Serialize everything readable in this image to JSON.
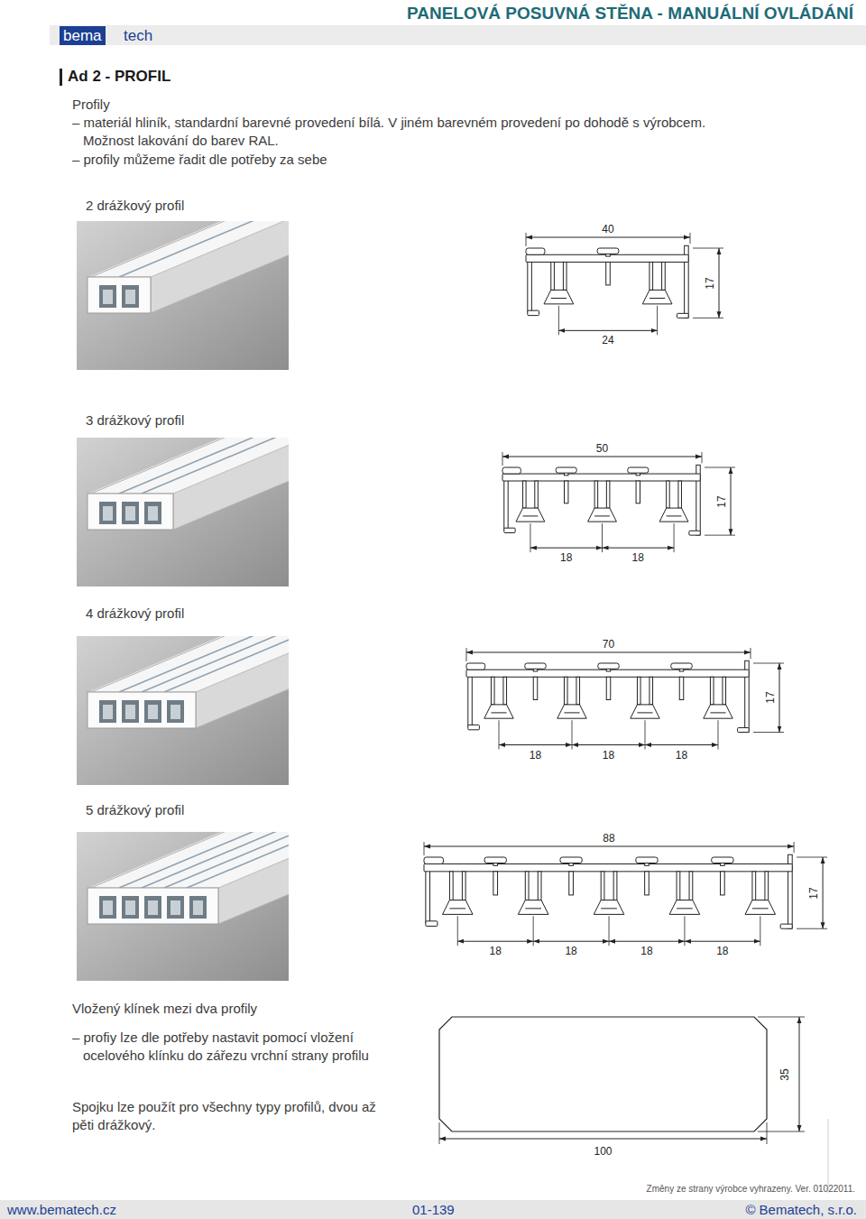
{
  "diagram": {
    "title": "PANELOVÁ POSUVNÁ STĚNA - MANUÁLNÍ OVLÁDÁNÍ",
    "labels": [
      "bema",
      "tech",
      "Ad 2 - PROFIL",
      "Profily",
      "– materiál hliník, standardní barevné provedení bílá. V jiném barevném provedení po dohodě s výrobcem. Možnost lakování do barev RAL.",
      "– profily můžeme řadit dle potřeby za sebe",
      "2 drážkový profil",
      "40",
      "17",
      "24",
      "3 drážkový profil",
      "50",
      "17",
      "18",
      "18",
      "4 drážkový profil",
      "70",
      "17",
      "18",
      "18",
      "18",
      "5 drážkový profil",
      "88",
      "17",
      "18",
      "18",
      "18",
      "18",
      "Vložený klínek mezi dva profily",
      "– profiy lze dle potřeby nastavit pomocí vložení ocelového klínku do zářezu vrchní strany profilu",
      "Spojku lze použít pro všechny typy profilů, dvou až pěti drážkový.",
      "35",
      "100",
      "Změny ze strany výrobce vyhrazeny. Ver. 01022011.",
      "www.bematech.cz",
      "01-139",
      "© Bematech, s.r.o."
    ]
  }
}
